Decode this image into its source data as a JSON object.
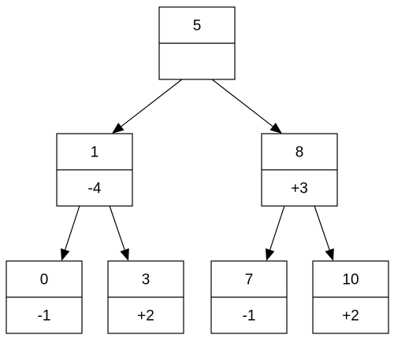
{
  "tree": {
    "nodes": [
      {
        "id": "n5",
        "key": "5",
        "balance": ""
      },
      {
        "id": "n1",
        "key": "1",
        "balance": "-4"
      },
      {
        "id": "n8",
        "key": "8",
        "balance": "+3"
      },
      {
        "id": "n0",
        "key": "0",
        "balance": "-1"
      },
      {
        "id": "n3",
        "key": "3",
        "balance": "+2"
      },
      {
        "id": "n7",
        "key": "7",
        "balance": "-1"
      },
      {
        "id": "n10",
        "key": "10",
        "balance": "+2"
      }
    ],
    "edges": [
      {
        "from": "n5",
        "to": "n1"
      },
      {
        "from": "n5",
        "to": "n8"
      },
      {
        "from": "n1",
        "to": "n0"
      },
      {
        "from": "n1",
        "to": "n3"
      },
      {
        "from": "n8",
        "to": "n7"
      },
      {
        "from": "n8",
        "to": "n10"
      }
    ]
  }
}
